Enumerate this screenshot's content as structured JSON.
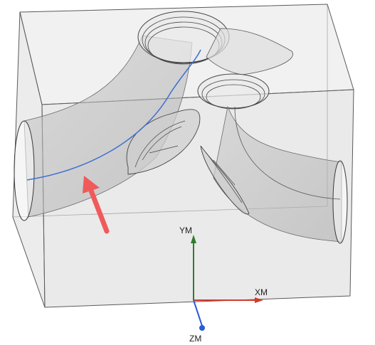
{
  "axes": {
    "y": {
      "label": "YM",
      "color": "#2e7d2e"
    },
    "x": {
      "label": "XM",
      "color": "#d23a2a"
    },
    "z": {
      "label": "ZM",
      "color": "#2a5bd7"
    }
  },
  "colors": {
    "body_fill": "#d9d9d9",
    "edge": "#5a5a5a",
    "curve": "#3f6fd1",
    "arrow": "#f05a5a"
  },
  "icons": {
    "annotation_arrow": "arrow-up-left-icon",
    "triad": "wcs-triad-icon"
  }
}
